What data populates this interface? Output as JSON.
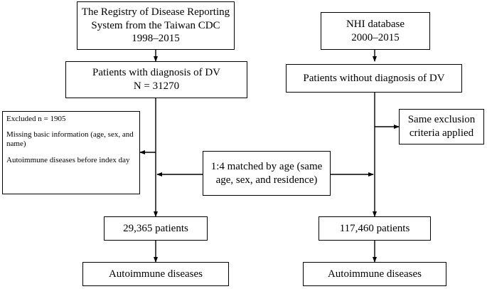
{
  "registry": {
    "lines": [
      "The Registry of Disease Reporting",
      "System from the Taiwan CDC",
      "1998–2015"
    ]
  },
  "nhi": {
    "lines": [
      "NHI database",
      "2000–2015"
    ]
  },
  "dv_patients": {
    "lines": [
      "Patients with diagnosis of DV",
      "N = 31270"
    ]
  },
  "no_dv_patients": {
    "lines": [
      "Patients without diagnosis of DV"
    ]
  },
  "excluded": {
    "lines": [
      "Excluded n = 1905",
      "Missing basic information (age, sex, and name)",
      "Autoimmune diseases before index day"
    ]
  },
  "same_exclusion": {
    "lines": [
      "Same exclusion",
      "criteria applied"
    ]
  },
  "matching": {
    "lines": [
      "1:4 matched by age (same",
      "age, sex, and residence)"
    ]
  },
  "left_count": {
    "label": "29,365 patients"
  },
  "right_count": {
    "label": "117,460 patients"
  },
  "left_outcome": {
    "label": "Autoimmune diseases"
  },
  "right_outcome": {
    "label": "Autoimmune diseases"
  }
}
